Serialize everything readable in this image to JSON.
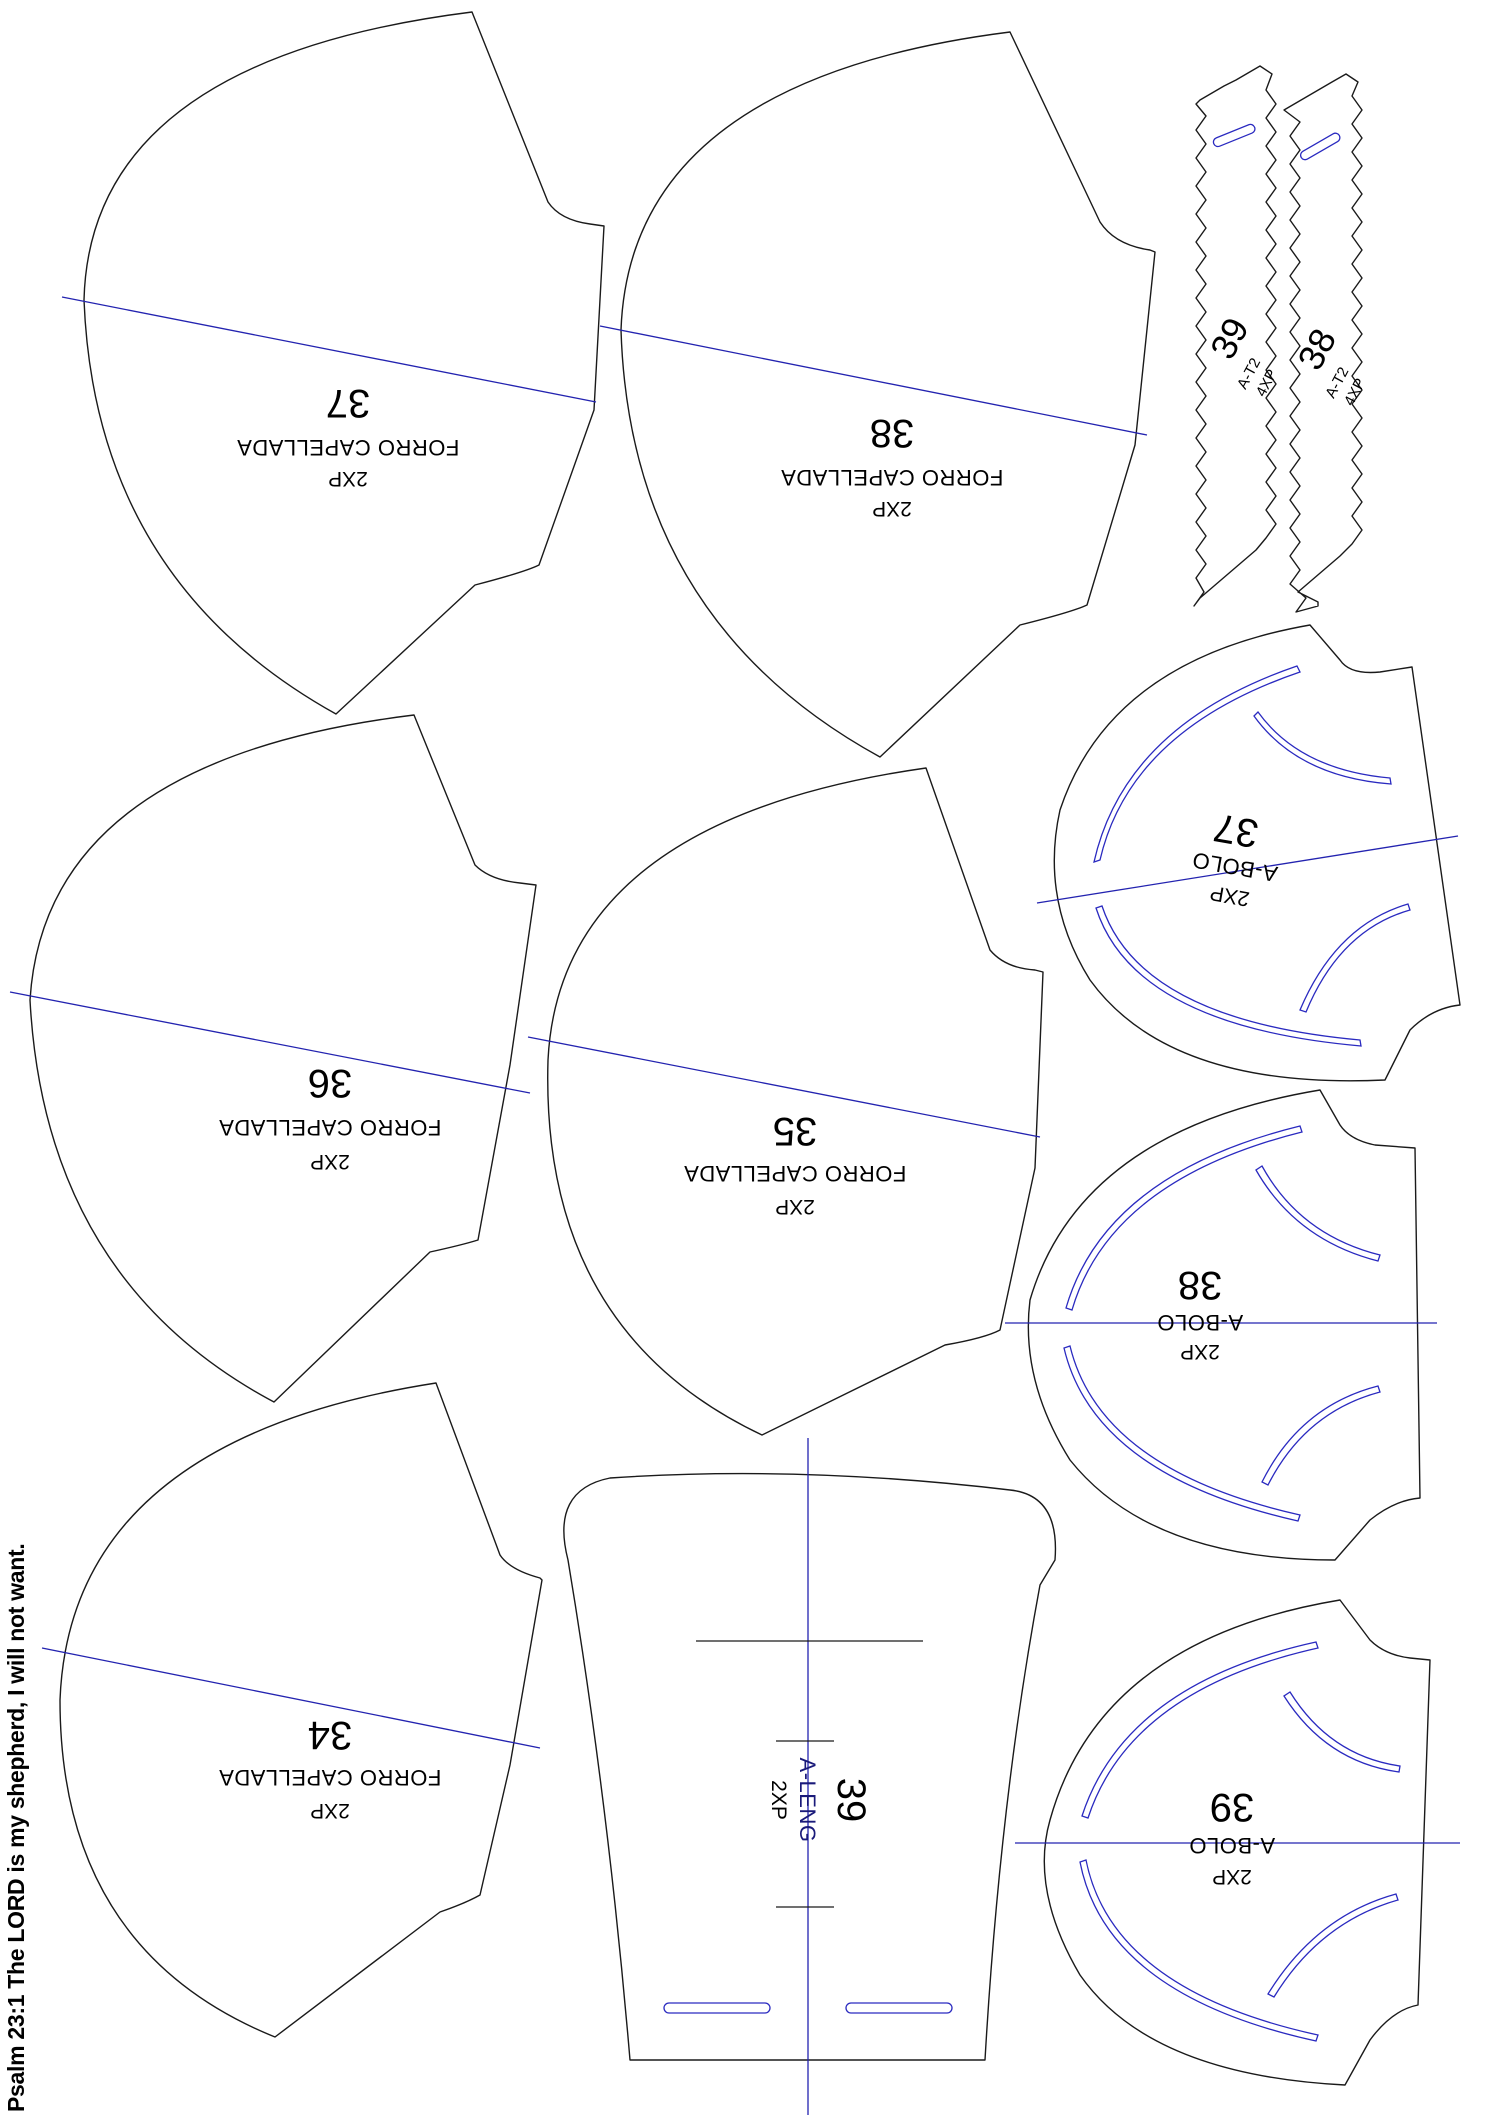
{
  "verse": "Psalm 23:1 The LORD is my shepherd, I will not want.",
  "colors": {
    "cut_line": "#1a1a1a",
    "guide_line": "#2323b0",
    "paper": "#ffffff"
  },
  "pieces": {
    "forro_37": {
      "size": "37",
      "name": "FORRO CAPELLADA",
      "qty": "2XP"
    },
    "forro_38": {
      "size": "38",
      "name": "FORRO CAPELLADA",
      "qty": "2XP"
    },
    "forro_36": {
      "size": "36",
      "name": "FORRO CAPELLADA",
      "qty": "2XP"
    },
    "forro_35": {
      "size": "35",
      "name": "FORRO CAPELLADA",
      "qty": "2XP"
    },
    "forro_34": {
      "size": "34",
      "name": "FORRO CAPELLADA",
      "qty": "2XP"
    },
    "strap_39": {
      "size": "39",
      "name": "A-T2",
      "qty": "4XP"
    },
    "strap_38": {
      "size": "38",
      "name": "A-T2",
      "qty": "4XP"
    },
    "bolo_37": {
      "size": "37",
      "name": "A-BOLO",
      "qty": "2XP"
    },
    "bolo_38": {
      "size": "38",
      "name": "A-BOLO",
      "qty": "2XP"
    },
    "bolo_39": {
      "size": "39",
      "name": "A-BOLO",
      "qty": "2XP"
    },
    "leng_39": {
      "size": "39",
      "name": "A-LENG",
      "qty": "2XP"
    }
  }
}
